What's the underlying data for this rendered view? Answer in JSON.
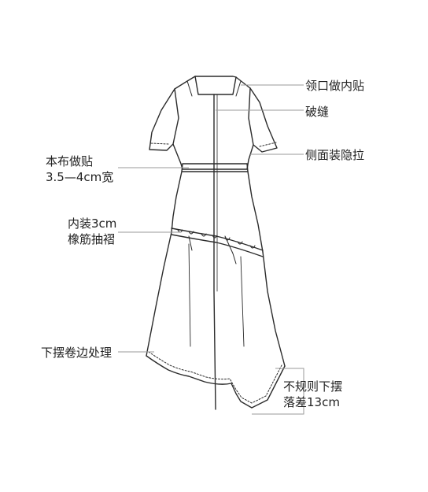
{
  "annotations": {
    "neckline": "领口做内贴",
    "seam": "破缝",
    "zipper": "侧面装隐拉",
    "waist_line1": "本布做贴",
    "waist_line2": "3.5—4cm宽",
    "elastic_line1": "内装3cm",
    "elastic_line2": "橡筋抽褶",
    "hem_rolled": "下摆卷边处理",
    "hem_irregular_line1": "不规则下摆",
    "hem_irregular_line2": "落差13cm"
  },
  "colors": {
    "line": "#2b2b2b",
    "leader": "#9a9a9a",
    "background": "#ffffff"
  }
}
